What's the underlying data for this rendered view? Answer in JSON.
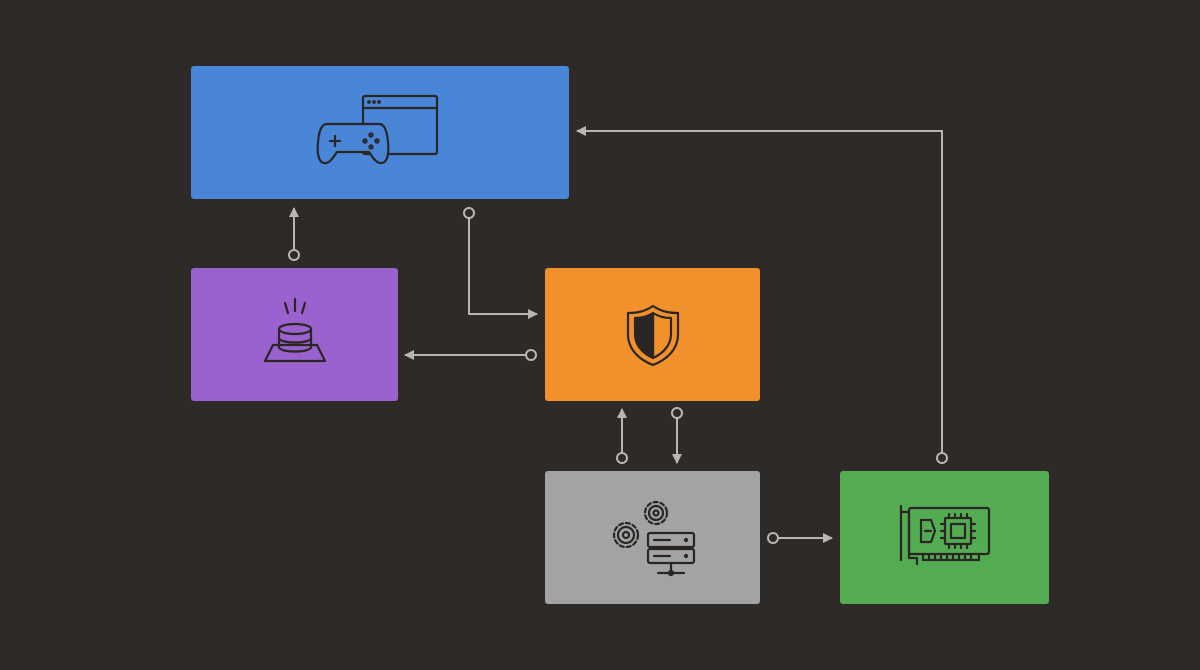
{
  "colors": {
    "background": "#2e2a27",
    "connector": "#b9b6b2",
    "icon_stroke": "#2a2623"
  },
  "nodes": [
    {
      "id": "app",
      "icon": "gamepad-window-icon",
      "color": "#4a86d8"
    },
    {
      "id": "input",
      "icon": "push-button-icon",
      "color": "#9a62cf"
    },
    {
      "id": "security",
      "icon": "shield-icon",
      "color": "#f2912c"
    },
    {
      "id": "system",
      "icon": "gears-server-icon",
      "color": "#a3a3a3"
    },
    {
      "id": "hardware",
      "icon": "graphics-card-icon",
      "color": "#54ac52"
    }
  ],
  "edges": [
    {
      "from": "input",
      "to": "app"
    },
    {
      "from": "app",
      "to": "security"
    },
    {
      "from": "security",
      "to": "input"
    },
    {
      "from": "system",
      "to": "security"
    },
    {
      "from": "security",
      "to": "system"
    },
    {
      "from": "system",
      "to": "hardware"
    },
    {
      "from": "hardware",
      "to": "app"
    }
  ]
}
